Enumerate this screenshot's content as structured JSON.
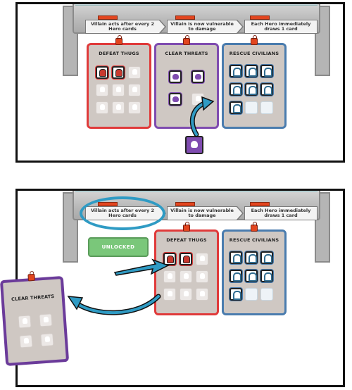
{
  "steps": [
    {
      "banners": [
        "Villain acts after every 2 Hero cards",
        "Villain is now vulnerable to damage",
        "Each Hero immediately draws 1 card"
      ],
      "cards": [
        {
          "title": "DEFEAT THUGS",
          "color": "red"
        },
        {
          "title": "CLEAR THREATS",
          "color": "purple"
        },
        {
          "title": "RESCUE CIVILIANS",
          "color": "blue"
        }
      ]
    },
    {
      "banners": [
        "Villain acts after every 2 Hero cards",
        "Villain is now vulnerable to damage",
        "Each Hero immediately draws 1 card"
      ],
      "unlocked_label": "UNLOCKED",
      "cards": [
        {
          "title": "DEFEAT THUGS",
          "color": "red"
        },
        {
          "title": "RESCUE CIVILIANS",
          "color": "blue"
        }
      ],
      "removed_card": {
        "title": "CLEAR THREATS",
        "color": "purple"
      }
    }
  ],
  "colors": {
    "callout": "#2f9bc4",
    "red": "#e03a3a",
    "purple": "#7f4cb0",
    "blue": "#4a7cae",
    "unlocked": "#7ac77a"
  },
  "icons": [
    "lock-icon",
    "thug-icon",
    "threat-icon",
    "civilian-icon",
    "arrow-icon"
  ]
}
